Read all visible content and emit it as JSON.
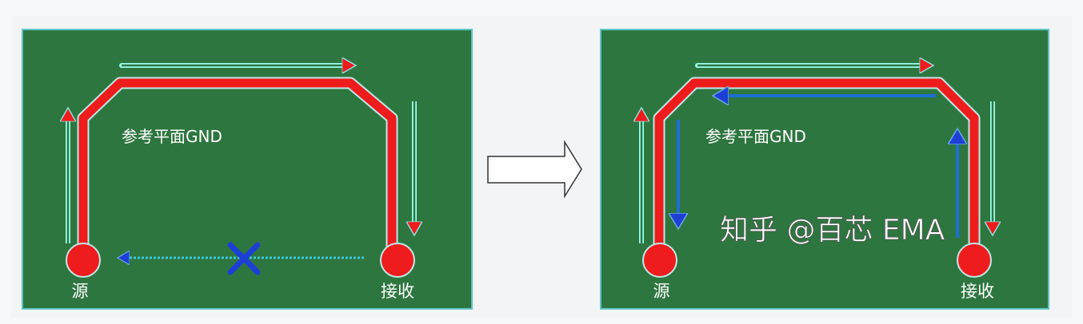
{
  "left_panel": {
    "plane_label": "参考平面GND",
    "source_label": "源",
    "receiver_label": "接收"
  },
  "right_panel": {
    "plane_label": "参考平面GND",
    "source_label": "源",
    "receiver_label": "接收"
  },
  "watermark": "知乎 @百芯 EMA",
  "colors": {
    "board": "#2e7640",
    "trace": "#ee1c1c",
    "return_current": "#1d4fd6",
    "outline": "#7fd6d6"
  }
}
